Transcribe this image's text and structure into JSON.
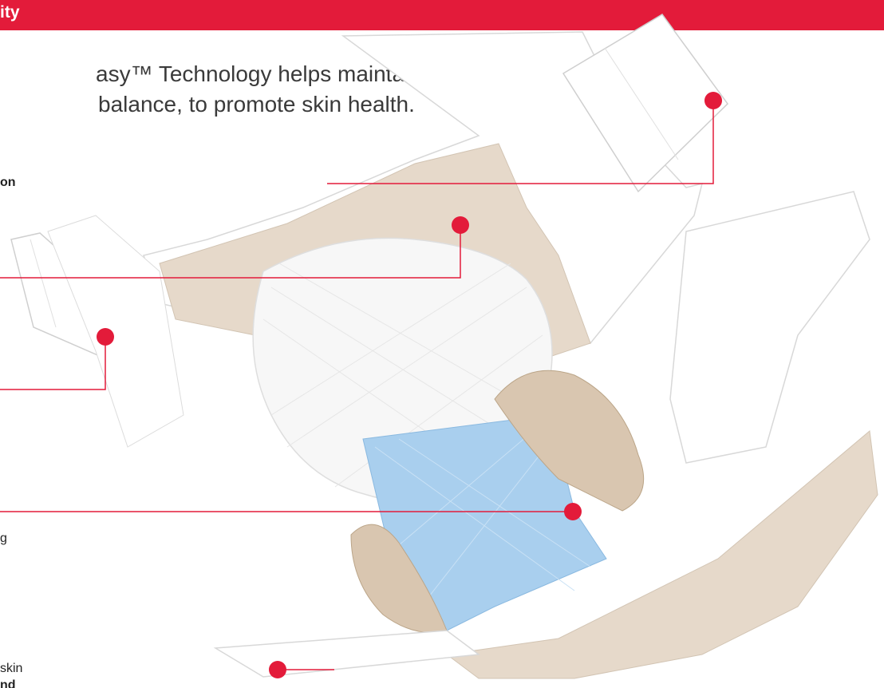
{
  "colors": {
    "accent": "#e31b3a",
    "text": "#3a3a3a",
    "beige": "#e4d7c8",
    "blue": "#a9cfee"
  },
  "banner": {
    "title": "ity"
  },
  "headline": {
    "line1": "asy™ Technology helps maintain",
    "line2": "balance, to promote skin health."
  },
  "callouts": {
    "label_on": "on",
    "label_g": "g",
    "label_skin": "skin",
    "label_nd": "nd"
  },
  "illustration": {
    "icon": "adult-brief-illustration"
  }
}
